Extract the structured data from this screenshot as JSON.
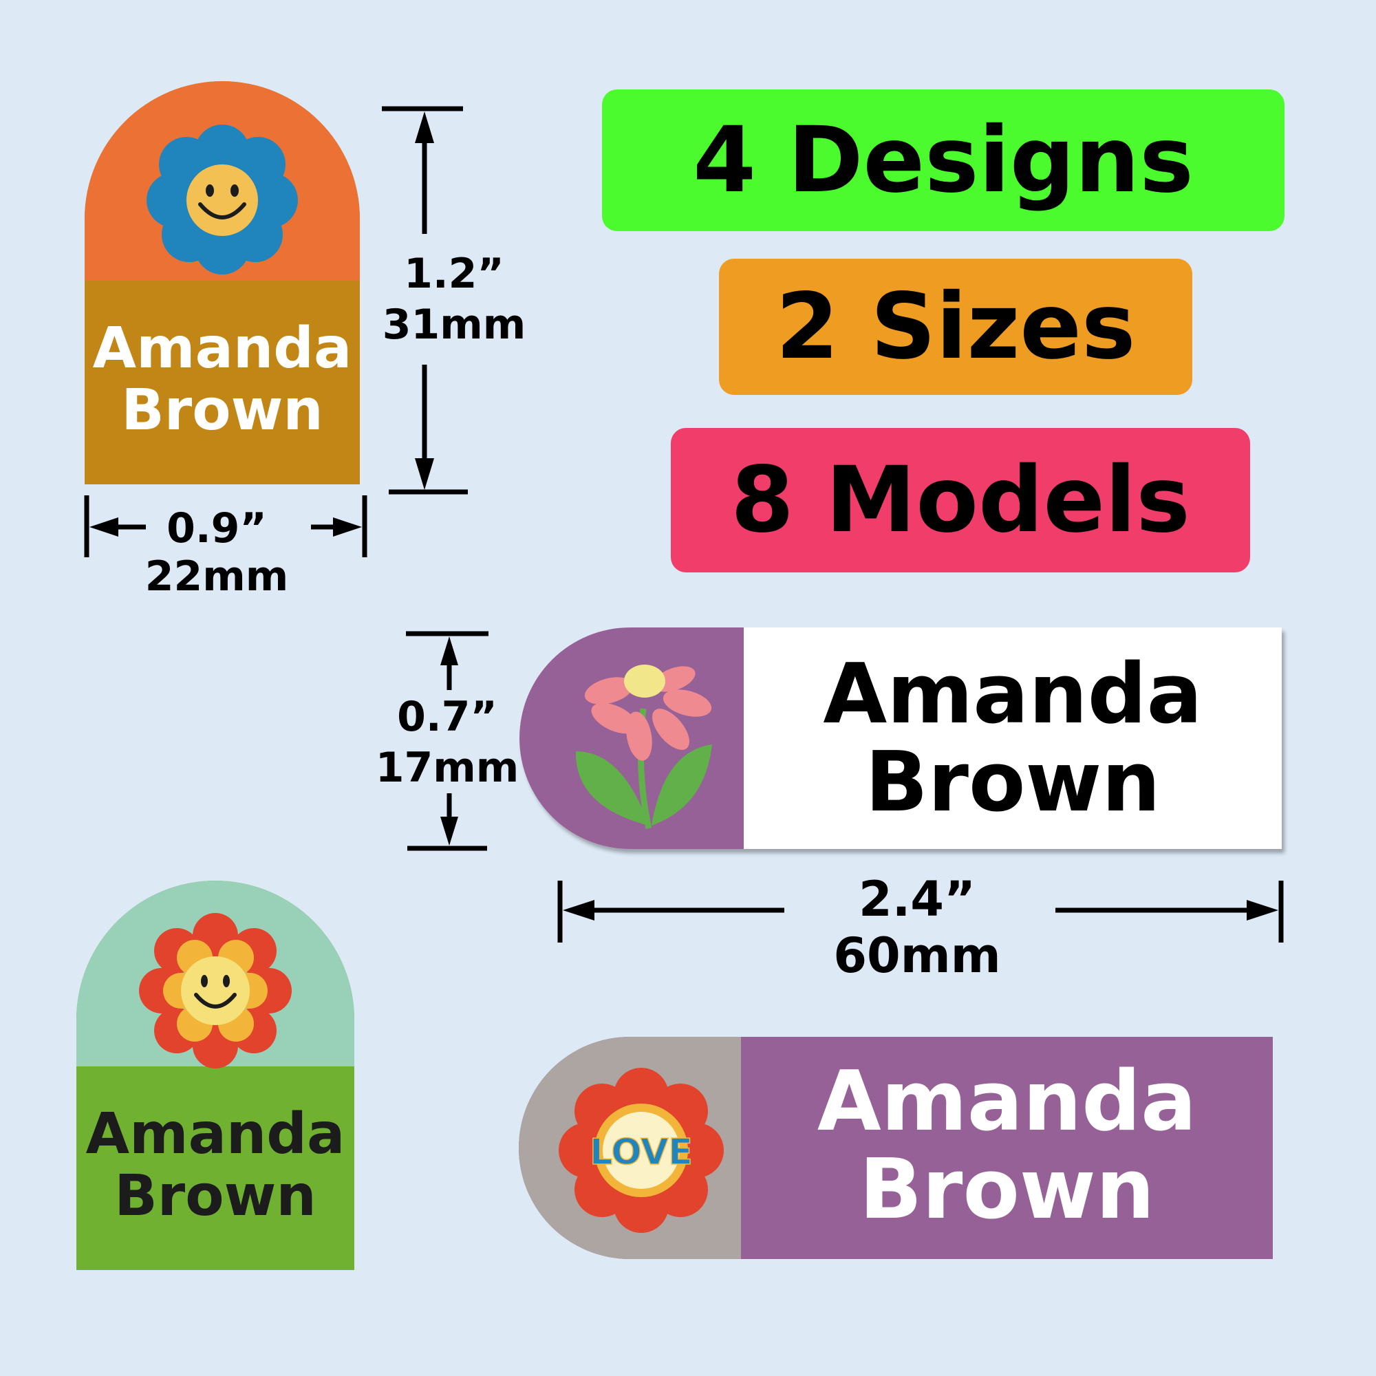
{
  "badges": {
    "designs": "4 Designs",
    "sizes": "2 Sizes",
    "models": "8 Models"
  },
  "labels": {
    "orange_tall": {
      "line1": "Amanda",
      "line2": "Brown"
    },
    "green_tall": {
      "line1": "Amanda",
      "line2": "Brown"
    },
    "white_wide": {
      "line1": "Amanda",
      "line2": "Brown"
    },
    "purple_wide": {
      "line1": "Amanda",
      "line2": "Brown"
    }
  },
  "flower_text": "LOVE",
  "dimensions": {
    "tall_height_in": "1.2”",
    "tall_height_mm": "31mm",
    "tall_width_in": "0.9”",
    "tall_width_mm": "22mm",
    "wide_height_in": "0.7”",
    "wide_height_mm": "17mm",
    "wide_width_in": "2.4”",
    "wide_width_mm": "60mm"
  },
  "colors": {
    "background": "#dde9f5",
    "badge_designs": "#4cfb2e",
    "badge_sizes": "#ee9c22",
    "badge_models": "#f03d6a",
    "orange_top": "#eb7135",
    "orange_bottom": "#c18615",
    "teal_top": "#98d0b8",
    "green_bottom": "#71b131",
    "purple": "#966196",
    "gray": "#ada5a1"
  }
}
